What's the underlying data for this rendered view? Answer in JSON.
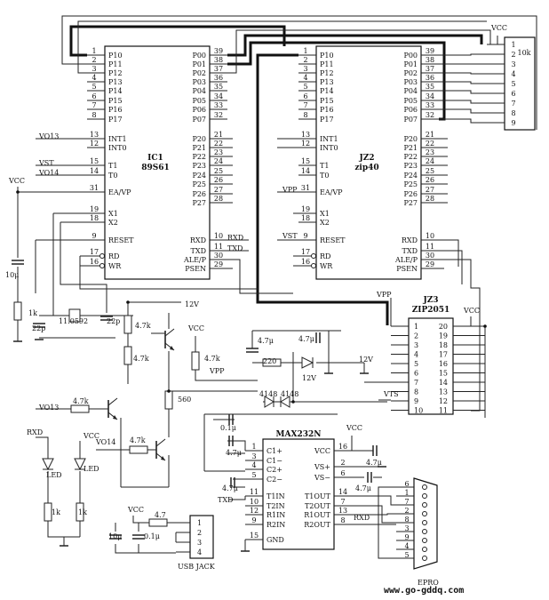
{
  "ic1": {
    "ref": "IC1",
    "part": "89S61",
    "left_pins": [
      {
        "num": "1",
        "name": "P10"
      },
      {
        "num": "2",
        "name": "P11"
      },
      {
        "num": "3",
        "name": "P12"
      },
      {
        "num": "4",
        "name": "P13"
      },
      {
        "num": "5",
        "name": "P14"
      },
      {
        "num": "6",
        "name": "P15"
      },
      {
        "num": "7",
        "name": "P16"
      },
      {
        "num": "8",
        "name": "P17"
      },
      {
        "num": "13",
        "name": "INT1"
      },
      {
        "num": "12",
        "name": "INT0"
      },
      {
        "num": "15",
        "name": "T1"
      },
      {
        "num": "14",
        "name": "T0"
      },
      {
        "num": "31",
        "name": "EA/VP"
      },
      {
        "num": "19",
        "name": "X1"
      },
      {
        "num": "18",
        "name": "X2"
      },
      {
        "num": "9",
        "name": "RESET"
      },
      {
        "num": "17",
        "name": "RD"
      },
      {
        "num": "16",
        "name": "WR"
      }
    ],
    "right_pins": [
      {
        "num": "39",
        "name": "P00"
      },
      {
        "num": "38",
        "name": "P01"
      },
      {
        "num": "37",
        "name": "P02"
      },
      {
        "num": "36",
        "name": "P03"
      },
      {
        "num": "35",
        "name": "P04"
      },
      {
        "num": "34",
        "name": "P05"
      },
      {
        "num": "33",
        "name": "P06"
      },
      {
        "num": "32",
        "name": "P07"
      },
      {
        "num": "21",
        "name": "P20"
      },
      {
        "num": "22",
        "name": "P21"
      },
      {
        "num": "23",
        "name": "P22"
      },
      {
        "num": "24",
        "name": "P23"
      },
      {
        "num": "25",
        "name": "P24"
      },
      {
        "num": "26",
        "name": "P25"
      },
      {
        "num": "27",
        "name": "P26"
      },
      {
        "num": "28",
        "name": "P27"
      },
      {
        "num": "10",
        "name": "RXD"
      },
      {
        "num": "11",
        "name": "TXD"
      },
      {
        "num": "30",
        "name": "ALE/P"
      },
      {
        "num": "29",
        "name": "PSEN"
      }
    ]
  },
  "jz2": {
    "ref": "JZ2",
    "part": "zip40",
    "left_pins": [
      {
        "num": "1",
        "name": "P10"
      },
      {
        "num": "2",
        "name": "P11"
      },
      {
        "num": "3",
        "name": "P12"
      },
      {
        "num": "4",
        "name": "P13"
      },
      {
        "num": "5",
        "name": "P14"
      },
      {
        "num": "6",
        "name": "P15"
      },
      {
        "num": "7",
        "name": "P16"
      },
      {
        "num": "8",
        "name": "P17"
      },
      {
        "num": "13",
        "name": "INT1"
      },
      {
        "num": "12",
        "name": "INT0"
      },
      {
        "num": "15",
        "name": "T1"
      },
      {
        "num": "14",
        "name": "T0"
      },
      {
        "num": "31",
        "name": "EA/VP"
      },
      {
        "num": "19",
        "name": "X1"
      },
      {
        "num": "18",
        "name": "X2"
      },
      {
        "num": "9",
        "name": "RESET"
      },
      {
        "num": "17",
        "name": "RD"
      },
      {
        "num": "16",
        "name": "WR"
      }
    ],
    "right_pins": [
      {
        "num": "39",
        "name": "P00"
      },
      {
        "num": "38",
        "name": "P01"
      },
      {
        "num": "37",
        "name": "P02"
      },
      {
        "num": "36",
        "name": "P03"
      },
      {
        "num": "35",
        "name": "P04"
      },
      {
        "num": "34",
        "name": "P05"
      },
      {
        "num": "33",
        "name": "P06"
      },
      {
        "num": "32",
        "name": "P07"
      },
      {
        "num": "21",
        "name": "P20"
      },
      {
        "num": "22",
        "name": "P21"
      },
      {
        "num": "23",
        "name": "P22"
      },
      {
        "num": "24",
        "name": "P23"
      },
      {
        "num": "25",
        "name": "P24"
      },
      {
        "num": "26",
        "name": "P25"
      },
      {
        "num": "27",
        "name": "P26"
      },
      {
        "num": "28",
        "name": "P27"
      },
      {
        "num": "10",
        "name": "RXD"
      },
      {
        "num": "11",
        "name": "TXD"
      },
      {
        "num": "30",
        "name": "ALE/P"
      },
      {
        "num": "29",
        "name": "PSEN"
      }
    ]
  },
  "jz3": {
    "ref": "JZ3",
    "part": "ZIP2051",
    "left_nums": [
      "1",
      "2",
      "3",
      "4",
      "5",
      "6",
      "7",
      "8",
      "9",
      "10"
    ],
    "right_nums": [
      "20",
      "19",
      "18",
      "17",
      "16",
      "15",
      "14",
      "13",
      "12",
      "11"
    ]
  },
  "max232": {
    "ref": "MAX232N",
    "left_pins": [
      {
        "num": "1",
        "name": "C1+"
      },
      {
        "num": "3",
        "name": "C1−"
      },
      {
        "num": "4",
        "name": "C2+"
      },
      {
        "num": "5",
        "name": "C2−"
      },
      {
        "num": "11",
        "name": "T1IN"
      },
      {
        "num": "10",
        "name": "T2IN"
      },
      {
        "num": "12",
        "name": "R1IN"
      },
      {
        "num": "9",
        "name": "R2IN"
      },
      {
        "num": "15",
        "name": "GND"
      }
    ],
    "right_pins": [
      {
        "num": "16",
        "name": "VCC"
      },
      {
        "num": "2",
        "name": "VS+"
      },
      {
        "num": "6",
        "name": "VS−"
      },
      {
        "num": "14",
        "name": "T1OUT"
      },
      {
        "num": "7",
        "name": "T2OUT"
      },
      {
        "num": "13",
        "name": "R1OUT"
      },
      {
        "num": "8",
        "name": "R2OUT"
      }
    ]
  },
  "rnet": {
    "value": "10k",
    "pins": [
      "1",
      "2",
      "3",
      "4",
      "5",
      "6",
      "7",
      "8",
      "9"
    ]
  },
  "db9": {
    "label": "EPRO",
    "pins": [
      "6",
      "1",
      "7",
      "2",
      "8",
      "3",
      "9",
      "4",
      "5"
    ]
  },
  "usb": {
    "label": "USB JACK",
    "pins": [
      "1",
      "2",
      "3",
      "4"
    ]
  },
  "components": {
    "c_10u_reset": "10μ",
    "r_1k_reset": "1k",
    "c_22p_a": "22p",
    "crystal": "11.0592",
    "c_22p_b": "22p",
    "r_4k7_q1": "4.7k",
    "r_4k7_q1b": "4.7k",
    "r_4k7_vpp": "4.7k",
    "r_560": "560",
    "r_4k7_vo13": "4.7k",
    "r_4k7_vo14": "4.7k",
    "r_1k_led1": "1k",
    "r_1k_led2": "1k",
    "c_4u7_a": "4.7μ",
    "c_4u7_b": "4.7μ",
    "r_220": "220",
    "zener_12v": "12V",
    "diode_a": "4148",
    "diode_b": "4148",
    "c_01u_a": "0.1μ",
    "c_4u7_c": "4.7μ",
    "c_4u7_d": "4.7μ",
    "c_4u7_e": "4.7μ",
    "c_4u7_f": "4.7μ",
    "c_10u_usb": "10μ",
    "c_01u_usb": "0.1μ",
    "r_4_7_usb": "4.7",
    "led1": "LED",
    "led2": "LED"
  },
  "nets": {
    "vcc": "VCC",
    "vpp": "VPP",
    "v12": "12V",
    "vst": "VST",
    "vo13": "VO13",
    "vo14": "VO14",
    "rxd": "RXD",
    "txd": "TXD",
    "vts": "VTS"
  },
  "watermark": "www.go-gddq.com"
}
